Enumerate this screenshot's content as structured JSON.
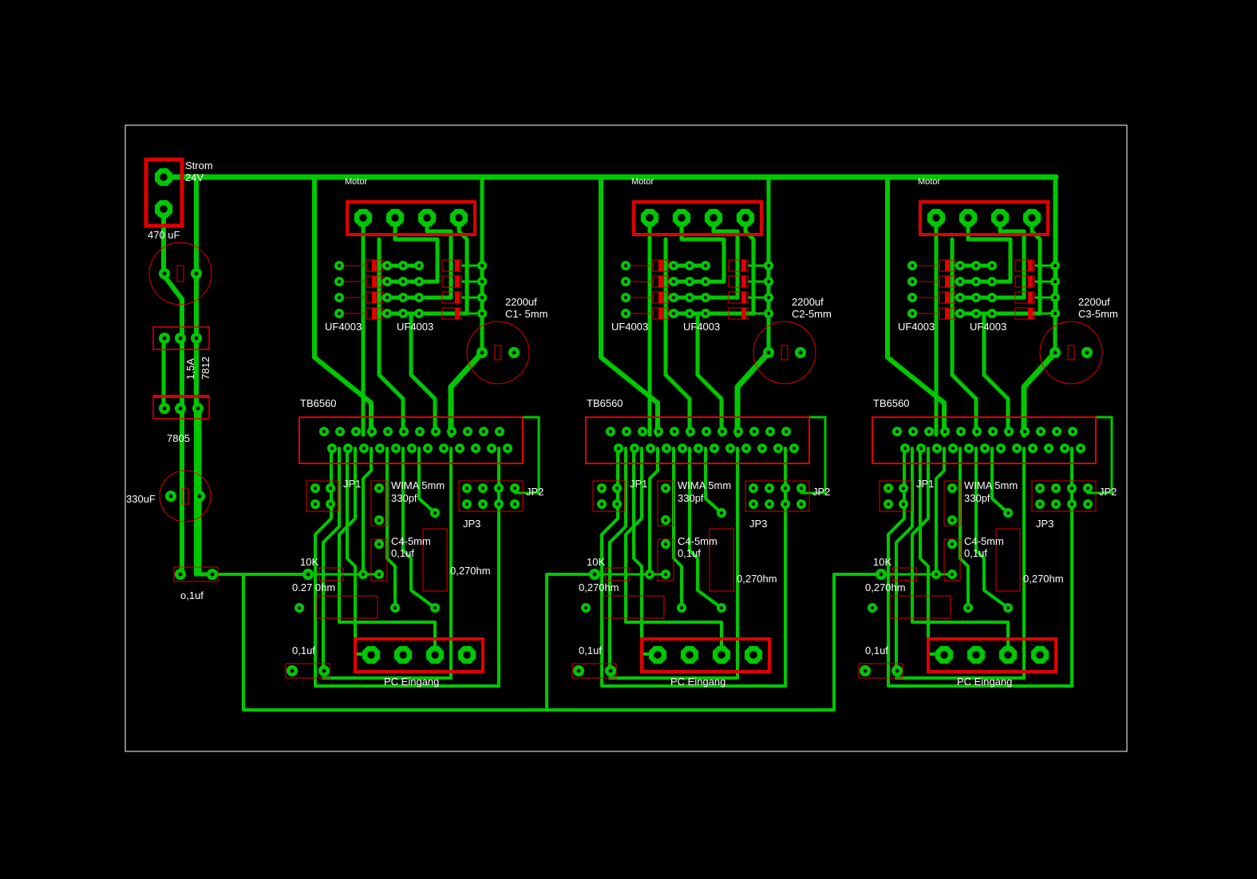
{
  "board": {
    "power": {
      "connector": "Strom",
      "voltage": "24V"
    },
    "labels": {
      "cap_470": "470 uF",
      "reg_current": "1,5A",
      "reg_7812": "7812",
      "reg_7805": "7805",
      "cap_330": "330uF",
      "cap_01_power": "o,1uf"
    },
    "channels": [
      {
        "motor": "Motor",
        "diode_left": "UF4003",
        "diode_right": "UF4003",
        "cap_big": "2200uf",
        "cap_big_size": "C1- 5mm",
        "driver": "TB6560",
        "jp1": "JP1",
        "jp2": "JP2",
        "jp3": "JP3",
        "wima": "WIMA 5mm",
        "wima_val": "330pf",
        "c4": "C4-5mm",
        "c4_val": "0,1uf",
        "res_sense": "0,270hm",
        "res_pull": "10K",
        "res_sense2": "0.27 0hm",
        "cap_small": "0,1uf",
        "pc_input": "PC Eingang"
      },
      {
        "motor": "Motor",
        "diode_left": "UF4003",
        "diode_right": "UF4003",
        "cap_big": "2200uf",
        "cap_big_size": "C2-5mm",
        "driver": "TB6560",
        "jp1": "JP1",
        "jp2": "JP2",
        "jp3": "JP3",
        "wima": "WIMA 5mm",
        "wima_val": "330pf",
        "c4": "C4-5mm",
        "c4_val": "0,1uf",
        "res_sense": "0,270hm",
        "res_pull": "10K",
        "res_sense2": "0,270hm",
        "cap_small": "0,1uf",
        "pc_input": "PC Eingang"
      },
      {
        "motor": "Motor",
        "diode_left": "UF4003",
        "diode_right": "UF4003",
        "cap_big": "2200uf",
        "cap_big_size": "C3-5mm",
        "driver": "TB6560",
        "jp1": "JP1",
        "jp2": "JP2",
        "jp3": "JP3",
        "wima": "WIMA 5mm",
        "wima_val": "330pf",
        "c4": "C4-5mm",
        "c4_val": "0,1uf",
        "res_sense": "0,270hm",
        "res_pull": "10K",
        "res_sense2": "0,270hm",
        "cap_small": "0,1uf",
        "pc_input": "PC Eingang"
      }
    ]
  },
  "colors": {
    "background": "#000000",
    "copper": "#00c800",
    "silkscreen": "#e00000",
    "text": "#ffffff",
    "outline": "#ffffff"
  }
}
